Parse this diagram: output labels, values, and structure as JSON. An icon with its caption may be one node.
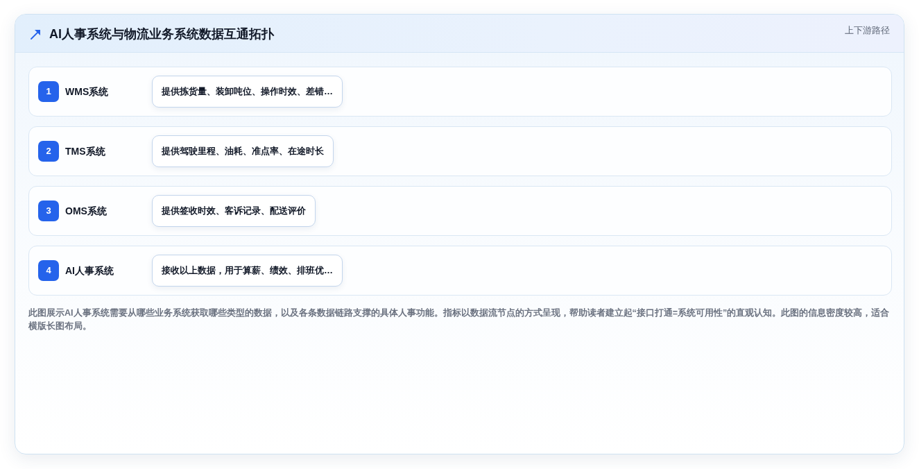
{
  "diagram": {
    "title": "AI人事系统与物流业务系统数据互通拓扑",
    "caption": "此图展示AI人事系统需要从哪些业务系统获取哪些类型的数据，以及各条数据链路支撑的具体人事功能。指标以数据流节点的方式呈现，帮助读者建立起“接口打通=系统可用性”的直观认知。此图的信息密度较高，适合横版长图布局。",
    "nodes": [
      {
        "text": [
          "WMS系统"
        ]
      },
      {
        "text": [
          "1"
        ],
        "in": 0
      },
      {
        "text": [
          "提供拣货量、装卸吨位、操作时效、差错…"
        ],
        "in": 0
      },
      {
        "text": [
          "TMS系统"
        ]
      },
      {
        "text": [
          "2"
        ],
        "in": 3
      },
      {
        "text": [
          "提供驾驶里程、油耗、准点率、在途时长"
        ],
        "in": 3
      },
      {
        "text": [
          "OMS系统"
        ]
      },
      {
        "text": [
          "3"
        ],
        "in": 6
      },
      {
        "text": [
          "提供签收时效、客诉记录、配送评价"
        ],
        "in": 6
      },
      {
        "text": [
          "AI人事系统"
        ]
      },
      {
        "text": [
          "4"
        ],
        "in": 9
      },
      {
        "text": [
          "接收以上数据，用于算薪、绩效、排班优…"
        ],
        "in": 9
      }
    ],
    "labels": [
      "上下游路径"
    ]
  }
}
